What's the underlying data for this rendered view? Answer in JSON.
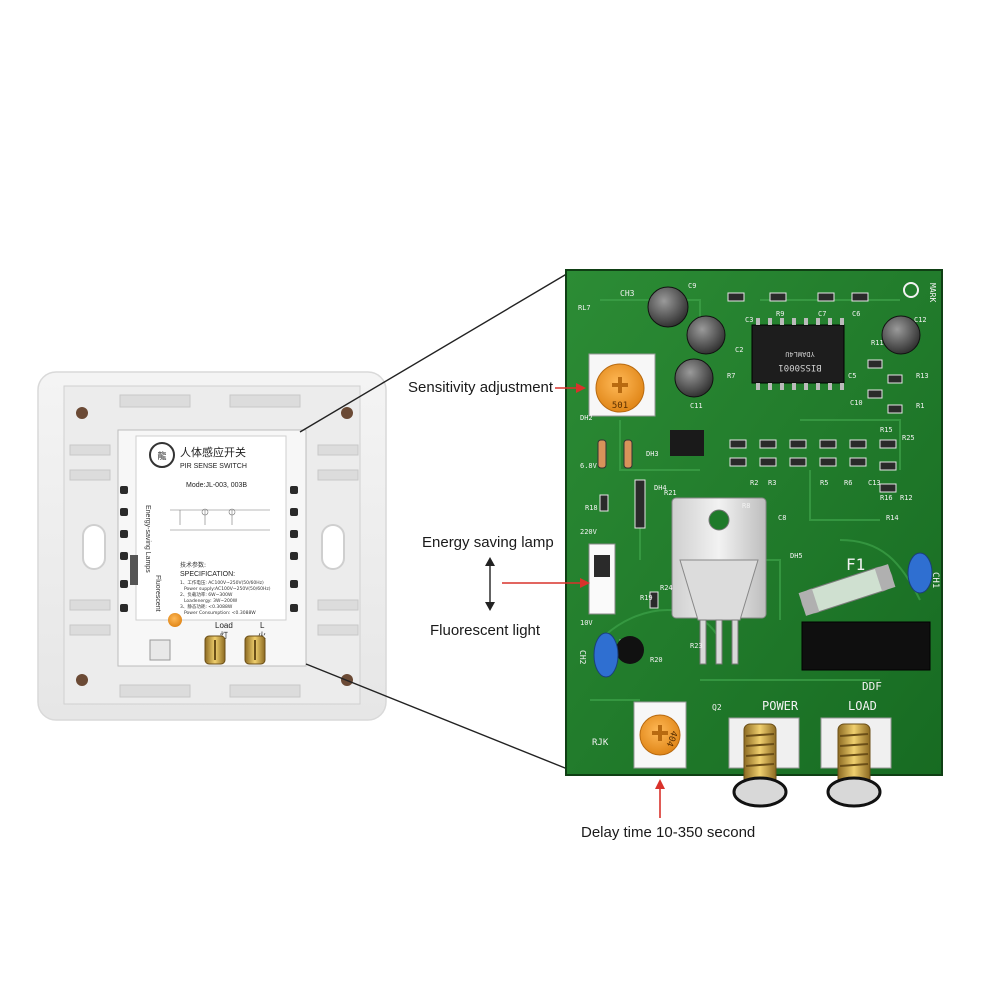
{
  "callouts": {
    "sensitivity": "Sensitivity adjustment",
    "energy_saving": "Energy saving lamp",
    "fluorescent": "Fluorescent light",
    "delay": "Delay time 10-350 second"
  },
  "switch_label": {
    "title_cn": "人体感应开关",
    "title_en": "PIR SENSE SWITCH",
    "model": "Mode:JL-003, 003B",
    "spec_title_cn": "技术参数:",
    "spec_title_en": "SPECIFICATION:",
    "spec_lines": [
      "1、工作电压: AC100V~250V(50/60Hz)",
      "Power supply:AC100V~250V(50/60Hz)",
      "2、负载功率: 6W~300W",
      "Loadenergy: 3W~200W",
      "3、静态功耗: <0.3088W",
      "Power Consumption: <0.3088W"
    ],
    "side_text": "Energy-saving Lamps",
    "side_text2": "Fluorescent",
    "load_label": "Load",
    "load_cn": "灯",
    "l_label": "L",
    "l_cn": "火"
  },
  "pcb": {
    "power": "POWER",
    "load": "LOAD",
    "f1": "F1",
    "ddf": "DDF",
    "mark": "MARK",
    "rjk": "RJK",
    "q2": "Q2",
    "ch1": "CH1",
    "ch2": "CH2",
    "ch3": "CH3",
    "pot1_value": "501",
    "pot2_value": "404",
    "chip_text": "BISS0001",
    "chip_text2": "YDAWL4U",
    "refs": [
      "C9",
      "C3",
      "R9",
      "C7",
      "C6",
      "C12",
      "R11",
      "R13",
      "C5",
      "C2",
      "R7",
      "C11",
      "C10",
      "R1",
      "R15",
      "R25",
      "R12",
      "R16",
      "RL7",
      "DH2",
      "DH3",
      "DH4",
      "R18",
      "R21",
      "R2",
      "R3",
      "R8",
      "C13",
      "C8",
      "R5",
      "R6",
      "R14",
      "DH5",
      "R19",
      "R24",
      "R20",
      "R23",
      "220V",
      "10V",
      "6.8V"
    ]
  },
  "colors": {
    "pcb_green": "#1f7a2a",
    "pot_orange": "#f39a2b",
    "brass": "#c8a24a",
    "red_arrow": "#d9322b"
  }
}
